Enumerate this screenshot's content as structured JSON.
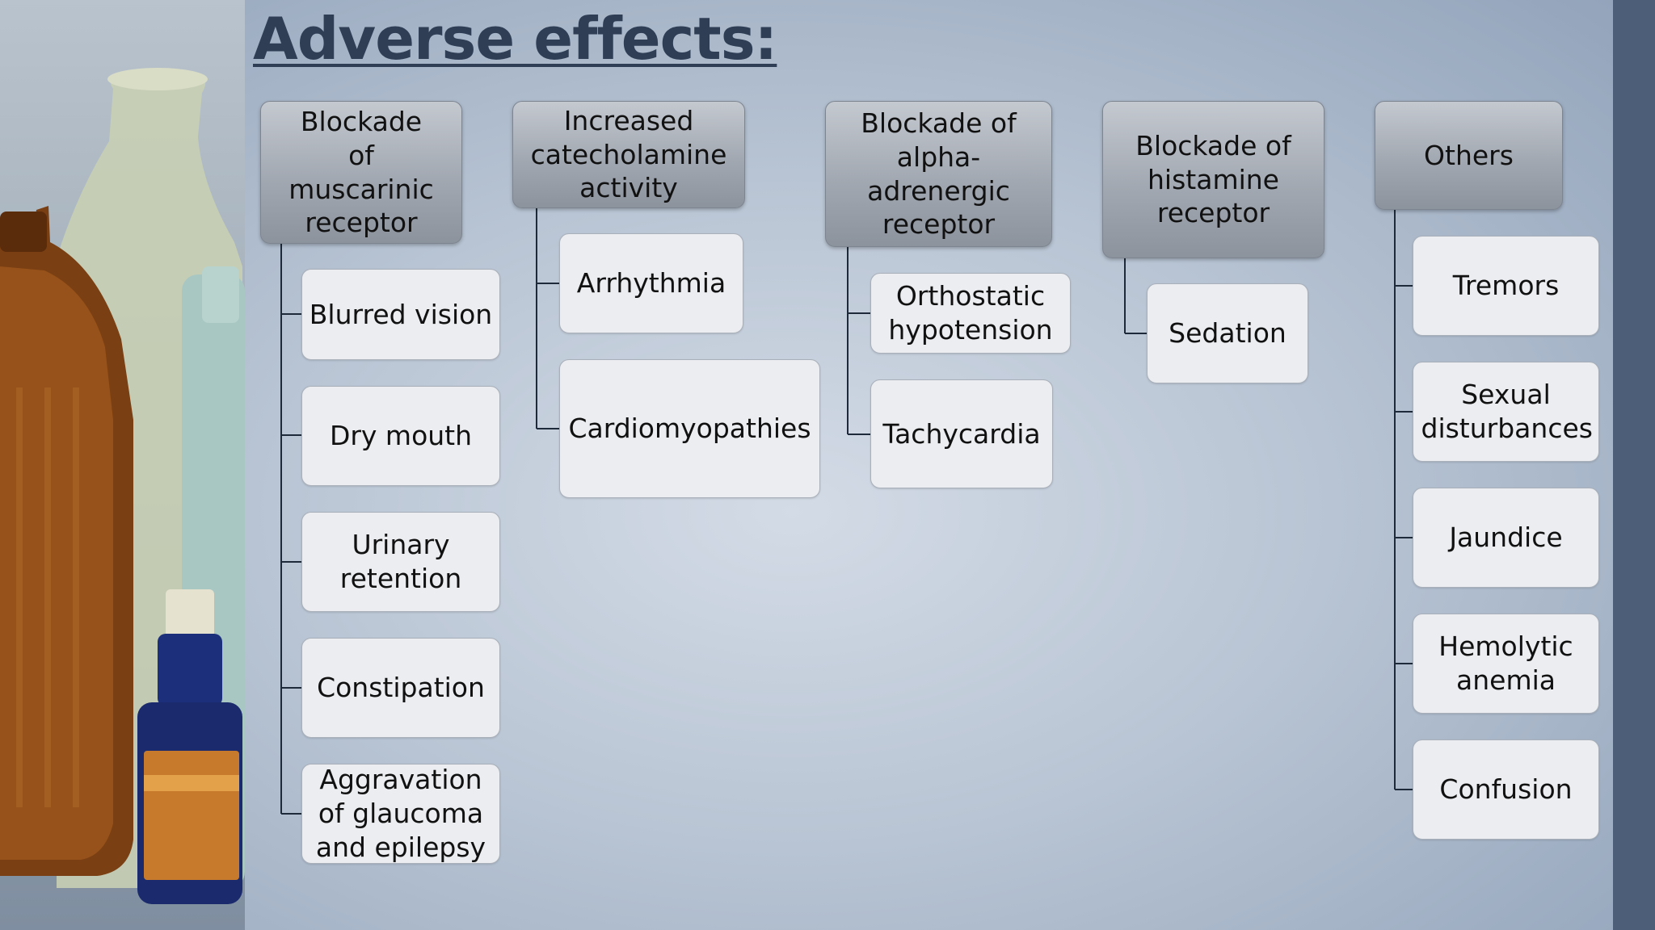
{
  "title": "Adverse effects:",
  "columns": [
    {
      "category": "Blockade of muscarinic receptor",
      "effects": [
        "Blurred vision",
        "Dry mouth",
        "Urinary retention",
        "Constipation",
        "Aggravation of glaucoma and epilepsy"
      ]
    },
    {
      "category": "Increased catecholamine activity",
      "effects": [
        "Arrhythmia",
        "Cardiomyopathies"
      ]
    },
    {
      "category": "Blockade of alpha-adrenergic receptor",
      "effects": [
        "Orthostatic hypotension",
        "Tachycardia"
      ]
    },
    {
      "category": "Blockade of histamine receptor",
      "effects": [
        "Sedation"
      ]
    },
    {
      "category": "Others",
      "effects": [
        "Tremors",
        "Sexual disturbances",
        "Jaundice",
        "Hemolytic anemia",
        "Confusion"
      ]
    }
  ],
  "colors": {
    "title": "#2f3e55",
    "connector": "#1e2a3a"
  }
}
